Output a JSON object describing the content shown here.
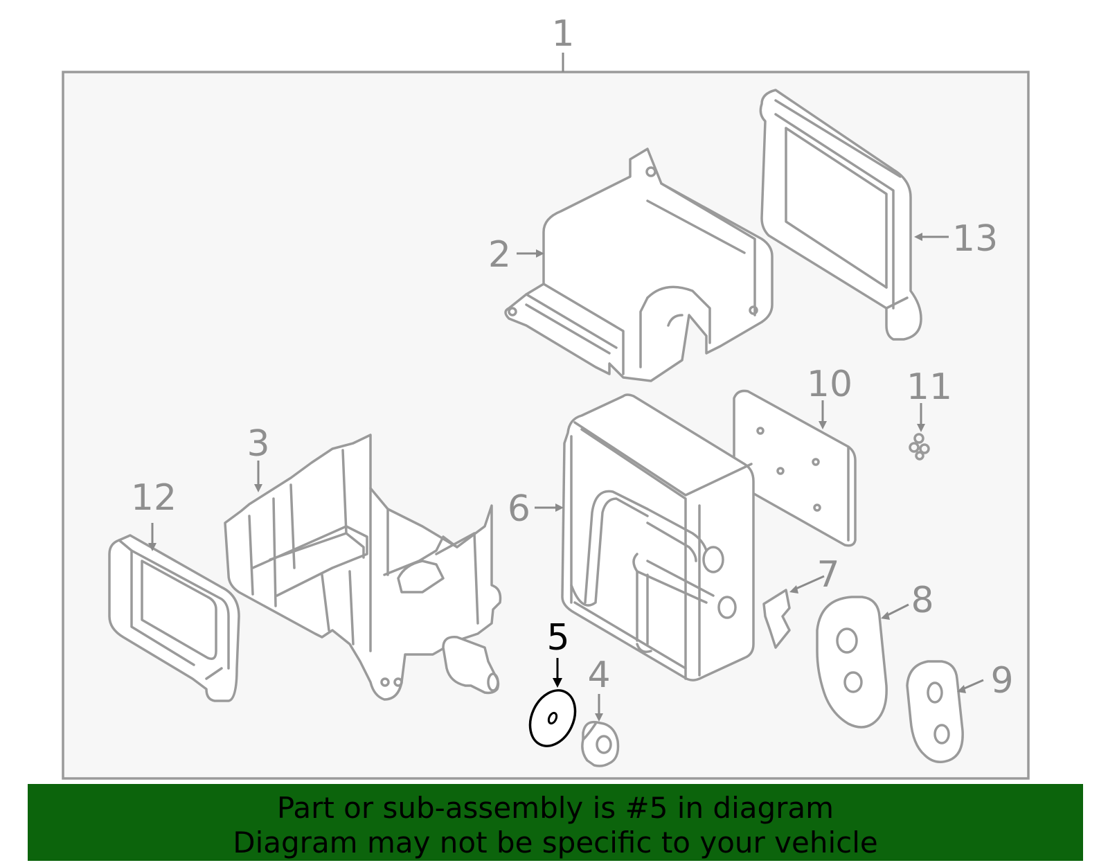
{
  "diagram": {
    "callouts": {
      "c1": "1",
      "c2": "2",
      "c3": "3",
      "c4": "4",
      "c5": "5",
      "c6": "6",
      "c7": "7",
      "c8": "8",
      "c9": "9",
      "c10": "10",
      "c11": "11",
      "c12": "12",
      "c13": "13"
    },
    "highlighted_part": "5",
    "colors": {
      "part_stroke": "#9a9a9a",
      "highlight": "#000000",
      "frame_fill": "#f7f7f7",
      "banner_bg": "#0c640c"
    }
  },
  "banner": {
    "line1": "Part or sub-assembly is #5 in diagram",
    "line2": "Diagram may not be specific to your vehicle"
  }
}
